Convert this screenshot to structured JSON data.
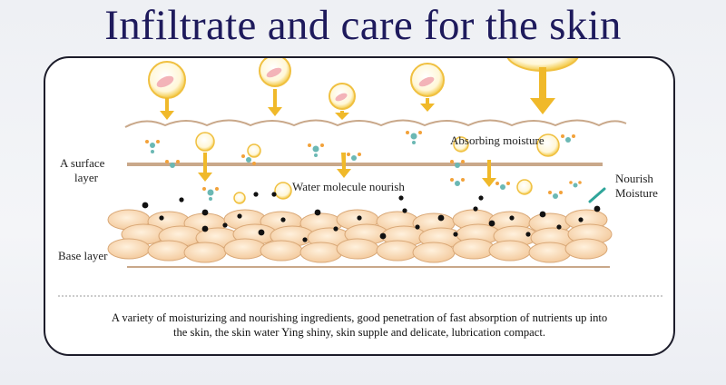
{
  "title": "Infiltrate and care for the skin",
  "labels": {
    "surface_layer_1": "A surface",
    "surface_layer_2": "layer",
    "base_layer": "Base layer",
    "absorbing": "Absorbing moisture",
    "water": "Water molecule nourish",
    "nourish_1": "Nourish",
    "nourish_2": "Moisture"
  },
  "caption": {
    "line1": "A variety of moisturizing and nourishing ingredients, good penetration of fast absorption of nutrients up into",
    "line2": "the skin, the skin water Ying shiny, skin supple and delicate, lubrication compact."
  },
  "colors": {
    "title": "#1e1a5c",
    "arrow": "#f0b92a",
    "layer_line": "#c9a88a",
    "cell_fill": "#f8d9b4",
    "cell_stroke": "#d9a877",
    "particle": "#111111",
    "molecule_a": "#6bb8b4",
    "molecule_b": "#f2a23a"
  }
}
